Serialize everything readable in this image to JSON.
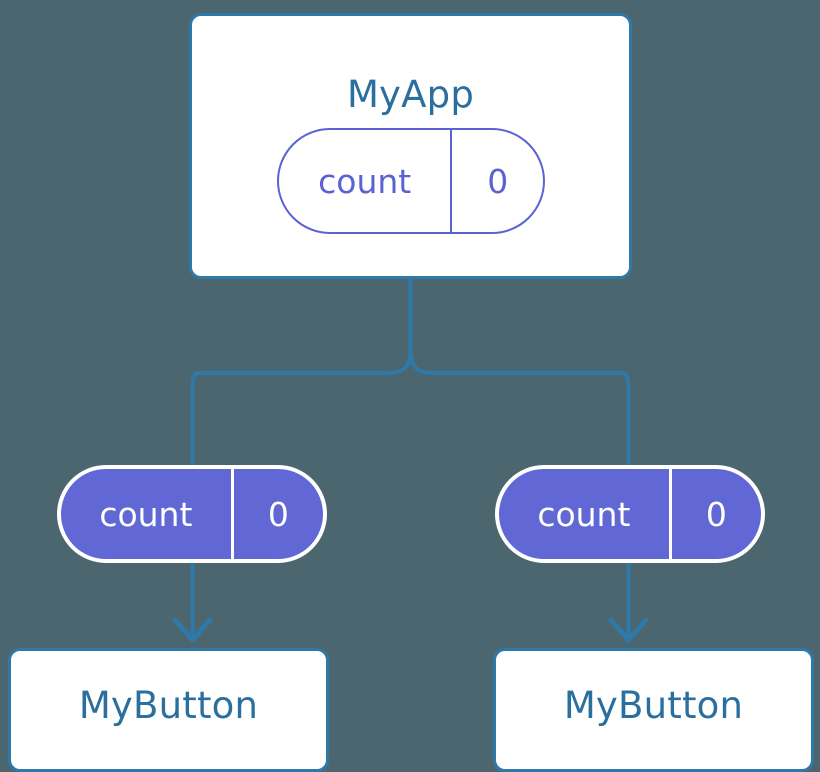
{
  "diagram": {
    "type": "component-tree",
    "title": "React component tree with state and props",
    "background_color": "#4c6670",
    "accent_color": "#2e79a8",
    "pill_color": "#6168d6",
    "text_color": "#2b6f9e",
    "root": {
      "name": "MyApp",
      "state_pill": {
        "key": "count",
        "value": "0"
      }
    },
    "children": [
      {
        "prop_pill": {
          "key": "count",
          "value": "0"
        },
        "name": "MyButton"
      },
      {
        "prop_pill": {
          "key": "count",
          "value": "0"
        },
        "name": "MyButton"
      }
    ],
    "connectors": {
      "stem_label": "root-to-fork-stem",
      "fork_label": "fork-split",
      "branch_left_label": "branch-to-left-child",
      "branch_right_label": "branch-to-right-child",
      "arrow_left_label": "arrow-left-prop-to-button",
      "arrow_right_label": "arrow-right-prop-to-button"
    }
  }
}
